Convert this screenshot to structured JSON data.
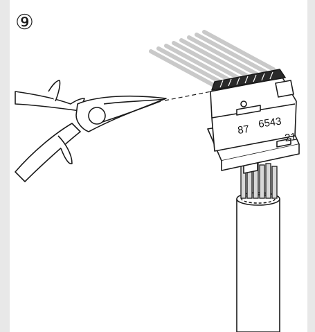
{
  "step": {
    "number": "⑨"
  },
  "connector": {
    "pin_labels": {
      "group_a": "87",
      "group_b": "6543",
      "group_c": "21"
    }
  },
  "icons": [
    "diagonal-cutter-icon",
    "modular-connector-icon",
    "cable-icon",
    "wire-bundle-icon"
  ],
  "colors": {
    "line": "#1a1a1a",
    "wire_stubs": "#cfcfcf",
    "frame": "#e8e8e8"
  }
}
